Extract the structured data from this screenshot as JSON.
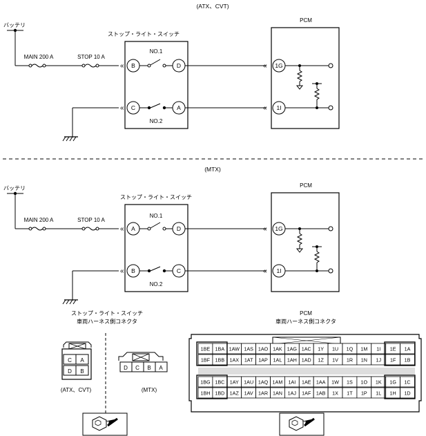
{
  "top": {
    "header": "(ATX、CVT)",
    "battery": "バッテリ",
    "main_fuse": "MAIN 200 A",
    "stop_fuse": "STOP 10 A",
    "switch_title": "ストップ・ライト・スイッチ",
    "pcm": "PCM",
    "no1": "NO.1",
    "no2": "NO.2",
    "sw_terms": [
      "B",
      "D",
      "C",
      "A"
    ],
    "pcm_terms": [
      "1G",
      "1I"
    ]
  },
  "bottom": {
    "header": "(MTX)",
    "battery": "バッテリ",
    "main_fuse": "MAIN 200 A",
    "stop_fuse": "STOP 10 A",
    "switch_title": "ストップ・ライト・スイッチ",
    "pcm": "PCM",
    "no1": "NO.1",
    "no2": "NO.2",
    "sw_terms": [
      "A",
      "D",
      "B",
      "C"
    ],
    "pcm_terms": [
      "1G",
      "1I"
    ]
  },
  "connectors": {
    "switch_title_l1": "ストップ・ライト・スイッチ",
    "switch_title_l2": "車両ハーネス側コネクタ",
    "pcm_title_l1": "PCM",
    "pcm_title_l2": "車両ハーネス側コネクタ",
    "atx_pins": [
      "C",
      "A",
      "D",
      "B"
    ],
    "atx_caption": "(ATX、CVT)",
    "mtx_pins": [
      "D",
      "C",
      "B",
      "A"
    ],
    "mtx_caption": "(MTX)",
    "pcm_rows": [
      [
        "1BE",
        "1BA",
        "1AW",
        "1AS",
        "1AO",
        "1AK",
        "1AG",
        "1AC",
        "1Y",
        "1U",
        "1Q",
        "1M",
        "1I",
        "1E",
        "1A"
      ],
      [
        "1BF",
        "1BB",
        "1AX",
        "1AT",
        "1AP",
        "1AL",
        "1AH",
        "1AD",
        "1Z",
        "1V",
        "1R",
        "1N",
        "1J",
        "1F",
        "1B"
      ],
      [
        "1BG",
        "1BC",
        "1AY",
        "1AU",
        "1AQ",
        "1AM",
        "1AI",
        "1AE",
        "1AA",
        "1W",
        "1S",
        "1O",
        "1K",
        "1G",
        "1C"
      ],
      [
        "1BH",
        "1BD",
        "1AZ",
        "1AV",
        "1AR",
        "1AN",
        "1AJ",
        "1AF",
        "1AB",
        "1X",
        "1T",
        "1P",
        "1L",
        "1H",
        "1D"
      ]
    ]
  }
}
